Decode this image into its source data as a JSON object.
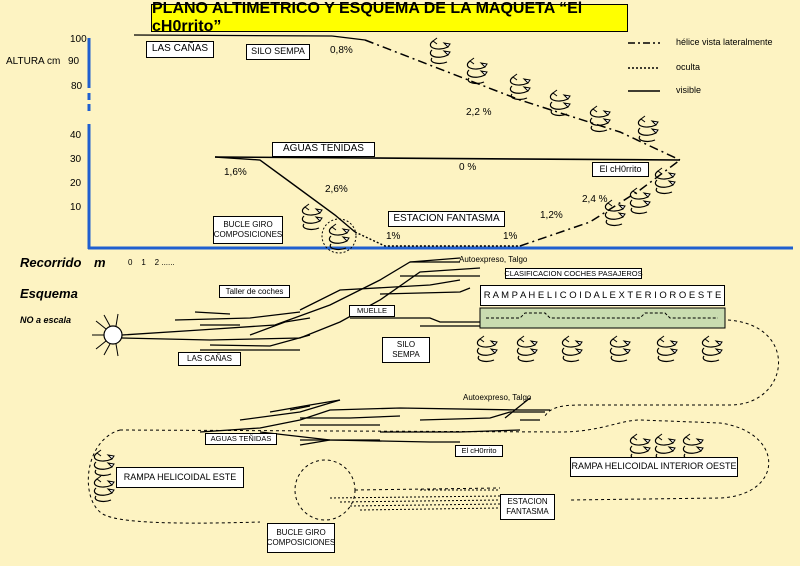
{
  "title": "PLANO ALTIMETRICO Y ESQUEMA DE LA MAQUETA “El cH0rrito”",
  "axis": {
    "ylabel": "ALTURA  cm",
    "ticks": [
      "100",
      "90",
      "80",
      "40",
      "30",
      "20",
      "10"
    ]
  },
  "legend": {
    "helix": "hélice vista lateralmente",
    "hidden": "oculta",
    "visible": "visible"
  },
  "profile": {
    "las_canas": "LAS CAÑAS",
    "silo_sempa": "SILO SEMPA",
    "aguas_tenidas": "AGUAS TEÑIDAS",
    "el_chorrito": "El cH0rrito",
    "estacion_fantasma": "ESTACION FANTASMA",
    "bucle_giro": "BUCLE GIRO\nCOMPOSICIONES",
    "grades": {
      "g08": "0,8%",
      "g22": "2,2 %",
      "g0": "0 %",
      "g16": "1,6%",
      "g26": "2,6%",
      "g1a": "1%",
      "g1b": "1%",
      "g12": "1,2%",
      "g24": "2,4 %"
    }
  },
  "recorrido": {
    "label": "Recorrido",
    "unit": "m",
    "scale": "0    1    2 ......"
  },
  "esquema": {
    "label": "Esquema",
    "note": "NO a escala",
    "autoexpreso_top": "Autoexpreso, Talgo",
    "clasificacion": "CLASIFICACION COCHES PASAJEROS",
    "taller": "Taller de coches",
    "muelle": "MUELLE",
    "rampa_exterior": "R A M P A   H E L I C O I D A L   E X T E R I O R   O E S T E",
    "silo_sempa": "SILO\nSEMPA",
    "las_canas": "LAS CAÑAS",
    "autoexpreso_bottom": "Autoexpreso, Talgo",
    "aguas_tenidas": "AGUAS TEÑIDAS",
    "el_chorrito": "El cH0rrito",
    "rampa_este": "RAMPA HELICOIDAL ESTE",
    "rampa_interior": "RAMPA HELICOIDAL INTERIOR OESTE",
    "estacion_fantasma": "ESTACION\nFANTASMA",
    "bucle_giro": "BUCLE GIRO\nCOMPOSICIONES"
  },
  "colors": {
    "background": "#fdf3c2",
    "title_bg": "#ffff00",
    "axis_blue": "#1f5fd0",
    "ramp_green": "#c9dcb0"
  },
  "icons": {
    "helix": "helix-arrow-icon",
    "turntable": "turntable-icon"
  }
}
